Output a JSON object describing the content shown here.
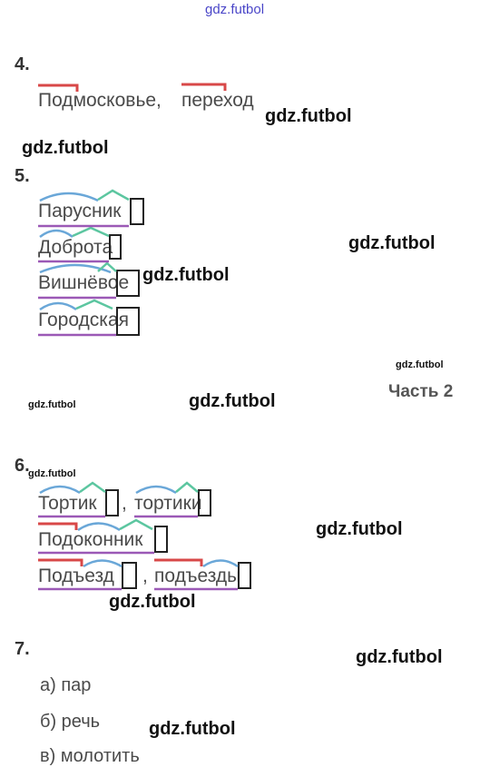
{
  "watermark": "gdz.futbol",
  "part_label": "Часть 2",
  "colors": {
    "prefix": "#d84848",
    "root": "#6aa7d8",
    "suffix": "#5cc6a0",
    "base": "#9b59b6"
  },
  "task4": {
    "number": "4.",
    "words": [
      "Подмосковье,",
      "переход"
    ]
  },
  "task5": {
    "number": "5.",
    "words": [
      "Парусник",
      "Доброта",
      "Вишнёвое",
      "Городская"
    ]
  },
  "task6": {
    "number": "6.",
    "row1": {
      "w1": "Тортик",
      "sep": ",",
      "w2": "тортики"
    },
    "row2": {
      "w1": "Подоконник"
    },
    "row3": {
      "w1": "Подъезд",
      "sep": ",",
      "w2": "подъезды"
    }
  },
  "task7": {
    "number": "7.",
    "options": [
      "а) пар",
      "б) речь",
      "в) молотить"
    ]
  }
}
